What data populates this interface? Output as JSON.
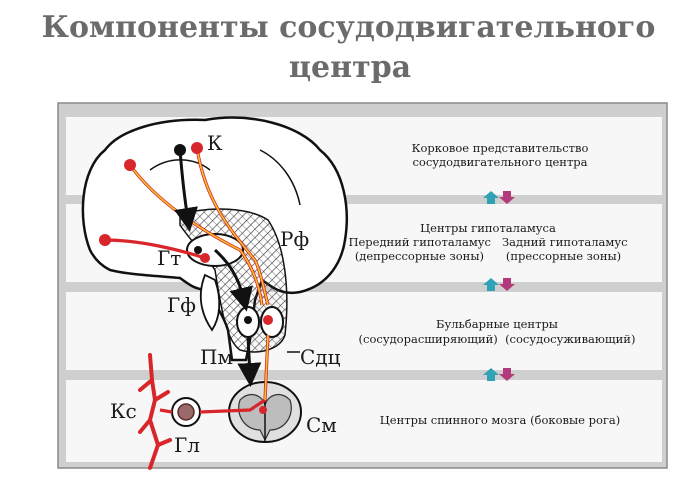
{
  "title": {
    "line1": "Компоненты сосудодвигательного",
    "line2": "центра"
  },
  "bands": [
    {
      "lines": [
        "Корковое представительство",
        "сосудодвигательного центра"
      ]
    },
    {
      "lines": [
        "Центры гипоталамуса",
        "Передний гипоталамус   Задний гипоталамус",
        "(депрессорные зоны)      (прессорные зоны)"
      ]
    },
    {
      "lines": [
        "Бульбарные центры",
        "(сосудорасширяющий)  (сосудосуживающий)"
      ]
    },
    {
      "lines": [
        "Центры спинного мозга (боковые рога)"
      ]
    }
  ],
  "labels": {
    "k": "К",
    "gt": "Гт",
    "rf": "Рф",
    "gf": "Гф",
    "pm": "Пм",
    "sdc": "Сдц",
    "ks": "Кс",
    "gl": "Гл",
    "sm": "См"
  },
  "colors": {
    "band": "#f7f7f7",
    "frame": "#8a8a8a",
    "pathway_red": "#d8262a",
    "pathway_yellow": "#f2c12e",
    "pathway_black": "#111111",
    "arrow_up": "#2fa3b5",
    "arrow_down": "#b23a7a"
  }
}
